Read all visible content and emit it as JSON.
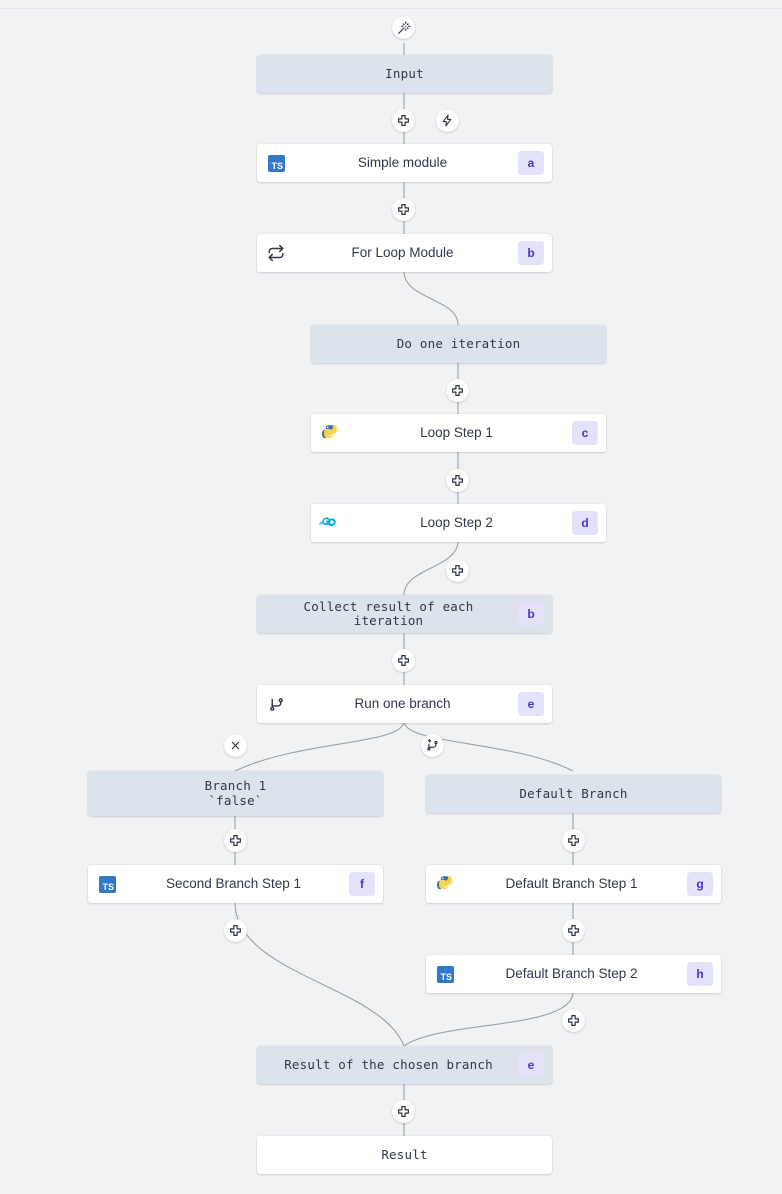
{
  "canvas": {
    "background": "#f1f2f4",
    "edge_color": "#9aa0ab",
    "virtual_node_color": "#dce3ea",
    "step_node_color": "#ffffff",
    "badge_bg": "#e2e2fb",
    "badge_fg": "#4338ca",
    "typescript_color": "#3178c6",
    "go_color": "#00add8"
  },
  "top_handle": {
    "icon": "magic-wand-icon"
  },
  "nodes": {
    "input": {
      "label": "Input",
      "badge": "",
      "icon": ""
    },
    "simple_module": {
      "label": "Simple module",
      "badge": "a",
      "icon": "typescript-icon"
    },
    "for_loop_module": {
      "label": "For Loop Module",
      "badge": "b",
      "icon": "loop-icon"
    },
    "do_one_iteration": {
      "label": "Do one iteration",
      "badge": "",
      "icon": ""
    },
    "loop_step_1": {
      "label": "Loop Step 1",
      "badge": "c",
      "icon": "python-icon"
    },
    "loop_step_2": {
      "label": "Loop Step 2",
      "badge": "d",
      "icon": "go-icon"
    },
    "collect_result": {
      "label": "Collect result of each iteration",
      "badge": "b",
      "icon": ""
    },
    "run_one_branch": {
      "label": "Run one branch",
      "badge": "e",
      "icon": "branch-icon"
    },
    "branch_1": {
      "label": "Branch 1\n`false`",
      "badge": "",
      "icon": ""
    },
    "default_branch": {
      "label": "Default Branch",
      "badge": "",
      "icon": ""
    },
    "second_branch_step_1": {
      "label": "Second Branch Step 1",
      "badge": "f",
      "icon": "typescript-icon"
    },
    "default_branch_step_1": {
      "label": "Default Branch Step 1",
      "badge": "g",
      "icon": "python-icon"
    },
    "default_branch_step_2": {
      "label": "Default Branch Step 2",
      "badge": "h",
      "icon": "typescript-icon"
    },
    "chosen_branch_result": {
      "label": "Result of the chosen branch",
      "badge": "e",
      "icon": ""
    },
    "result": {
      "label": "Result",
      "badge": "",
      "icon": ""
    }
  },
  "handles": {
    "add_after_input": {
      "icon": "plus-icon"
    },
    "trigger_after_input": {
      "icon": "lightning-icon"
    },
    "add_after_simple_module": {
      "icon": "plus-icon"
    },
    "add_after_do_one_iteration": {
      "icon": "plus-icon"
    },
    "add_after_loop_step_1": {
      "icon": "plus-icon"
    },
    "add_after_loop_step_2": {
      "icon": "plus-icon"
    },
    "add_after_collect_result": {
      "icon": "plus-icon"
    },
    "remove_branch_1": {
      "icon": "close-icon"
    },
    "add_branch": {
      "icon": "branch-plus-icon"
    },
    "add_after_branch_1": {
      "icon": "plus-icon"
    },
    "add_after_default_branch": {
      "icon": "plus-icon"
    },
    "add_after_second_branch_step_1": {
      "icon": "plus-icon"
    },
    "add_after_default_branch_step_1": {
      "icon": "plus-icon"
    },
    "add_after_default_branch_step_2": {
      "icon": "plus-icon"
    },
    "add_after_chosen_branch_result": {
      "icon": "plus-icon"
    }
  }
}
